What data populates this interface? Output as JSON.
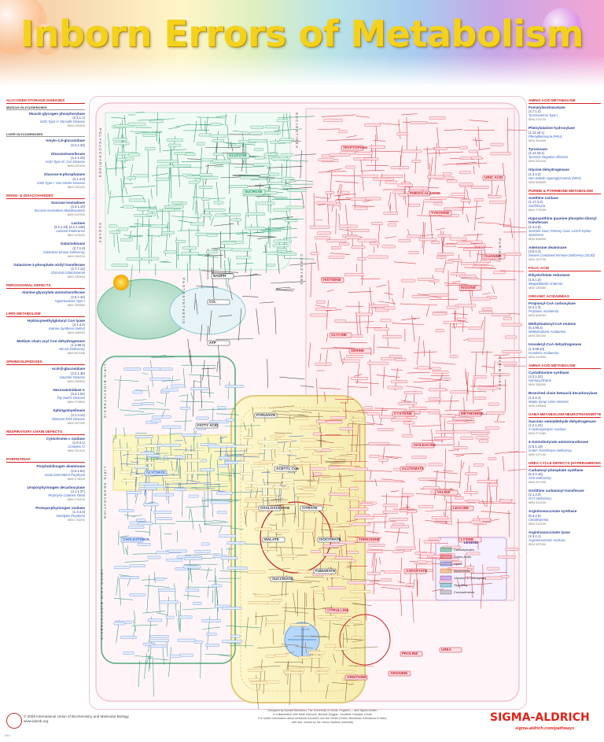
{
  "title": "Inborn Errors of Metabolism",
  "left_panel": [
    {
      "heading": "GLYCOGEN STORAGE DISEASES",
      "groups": [
        {
          "subheading": "MUSCLE GLYCOGENOSES",
          "entries": [
            {
              "name": "Muscle glycogen phosphorylase",
              "ec": "(2.4.1.1)",
              "disease": "GSD Type V: McArdle Disease",
              "omim": "MIM 232600"
            }
          ]
        },
        {
          "subheading": "LIVER GLYCOGENOSES",
          "entries": [
            {
              "name": "Amylo-1,6-glucosidase",
              "ec": "(3.2.1.33)",
              "disease": "",
              "omim": ""
            },
            {
              "name": "Glucanotransferase",
              "ec": "(2.4.1.25)",
              "disease": "GSD Type III: Cori Disease",
              "omim": "MIM 232400"
            },
            {
              "name": "Glucose-6-phosphatase",
              "ec": "(3.1.3.9)",
              "disease": "GSD Type I: Von Gierke Disease",
              "omim": "MIM 232200"
            }
          ]
        }
      ]
    },
    {
      "heading": "MONO- & DISACCHARIDES",
      "groups": [
        {
          "subheading": "",
          "entries": [
            {
              "name": "Sucrase-isomaltase",
              "ec": "(3.2.1.10)",
              "disease": "Sucrose-Isomaltose Malabsorption",
              "omim": "MIM 222900"
            },
            {
              "name": "Lactase",
              "ec": "(3.2.1.23) (3.2.1.108)",
              "disease": "Lactose Intolerance",
              "omim": "MIM 223000"
            },
            {
              "name": "Galactokinase",
              "ec": "(2.7.1.6)",
              "disease": "Galactose Kinase Deficiency",
              "omim": "MIM 230200"
            },
            {
              "name": "Galactose-1-phosphate uridyl transferase",
              "ec": "(2.7.7.12)",
              "disease": "Classical Galactosemia",
              "omim": "MIM 230400"
            }
          ]
        }
      ]
    },
    {
      "heading": "PEROXISOMAL DEFECTS",
      "groups": [
        {
          "subheading": "",
          "entries": [
            {
              "name": "Alanine-glyoxylate aminotransferase",
              "ec": "(2.6.1.44)",
              "disease": "Hyperoxaluria Type I",
              "omim": "MIM 259900"
            }
          ]
        }
      ]
    },
    {
      "heading": "LIPID METABOLISM",
      "groups": [
        {
          "subheading": "",
          "entries": [
            {
              "name": "Hydroxymethylglutaryl CoA lyase",
              "ec": "(4.1.3.4)",
              "disease": "Ketone Synthesis Defect",
              "omim": "MIM 246450"
            },
            {
              "name": "Medium chain acyl CoA dehydrogenase",
              "ec": "(1.3.99.3)",
              "disease": "MCAD Deficiency",
              "omim": "MIM 607008"
            }
          ]
        }
      ]
    },
    {
      "heading": "SPHINGOLIPIDOSES",
      "groups": [
        {
          "subheading": "",
          "entries": [
            {
              "name": "Acid-β-glucosidase",
              "ec": "(3.2.1.45)",
              "disease": "Gaucher Disease",
              "omim": "MIM 230800"
            },
            {
              "name": "Hexosaminidase A",
              "ec": "(3.2.1.52)",
              "disease": "Tay Sachs Disease",
              "omim": "MIM 272800"
            },
            {
              "name": "Sphingomyelinase",
              "ec": "(3.1.4.12)",
              "disease": "Niemann-Pick Disease",
              "omim": "MIM 257200"
            }
          ]
        }
      ]
    },
    {
      "heading": "RESPIRATORY CHAIN DEFECTS",
      "groups": [
        {
          "subheading": "",
          "entries": [
            {
              "name": "Cytochrome c oxidase",
              "ec": "(1.9.3.1)",
              "disease": "Complex IV",
              "omim": "MIM 220110"
            }
          ]
        }
      ]
    },
    {
      "heading": "PORPHYRIAS",
      "groups": [
        {
          "subheading": "",
          "entries": [
            {
              "name": "Porphobilinogen deaminase",
              "ec": "(2.5.1.61)",
              "disease": "Acute intermittent Porphyria",
              "omim": "MIM 176000"
            },
            {
              "name": "Uroporphyrinogen decarboxylase",
              "ec": "(4.1.1.37)",
              "disease": "Porphyria Cutanea Tarda",
              "omim": "MIM 176100"
            },
            {
              "name": "Protoporphyrinogen oxidase",
              "ec": "(1.3.3.4)",
              "disease": "Variegate Porphyria",
              "omim": "MIM 176200"
            }
          ]
        }
      ]
    }
  ],
  "right_panel": [
    {
      "heading": "AMINO ACID METABOLISM",
      "entries": [
        {
          "name": "Fumarylacetoacetase",
          "ec": "(3.7.1.2)",
          "disease": "Tyrosinaemia Type I",
          "omim": "MIM 276700"
        },
        {
          "name": "Phenylalanine hydroxylase",
          "ec": "(1.14.16.1)",
          "disease": "Phenylketonuria (PKU)",
          "omim": "MIM 261600"
        },
        {
          "name": "Tyrosinase",
          "ec": "(1.14.18.1)",
          "disease": "Tyrosine Negative Albinism",
          "omim": "MIM 203100"
        },
        {
          "name": "Glycine dehydrogenase",
          "ec": "(1.4.4.2)",
          "disease": "Non Ketotic Hyperglycinemia (NKH)",
          "omim": "MIM 605899"
        }
      ]
    },
    {
      "heading": "PURINE & PYRIMIDINE METABOLISM",
      "entries": [
        {
          "name": "Xanthine oxidase",
          "ec": "(1.17.3.2)",
          "disease": "Xanthinuria",
          "omim": "MIM 278300"
        },
        {
          "name": "Hypoxanthine guanine phospho-ribosyl transferase",
          "ec": "(2.4.2.8)",
          "disease": "Juvenile Gout, Primary Gout, Lesch-Nyhan Syndrome",
          "omim": "MIM 308000"
        },
        {
          "name": "Adenosine deaminase",
          "ec": "(3.5.4.4)",
          "disease": "Severe Combined Immune Deficiency (SCID)",
          "omim": "MIM 102700"
        }
      ]
    },
    {
      "heading": "FOLIC ACID",
      "entries": [
        {
          "name": "Dihydrofolate reductase",
          "ec": "(1.5.1.3)",
          "disease": "Megaloblastic Anaemia",
          "omim": "MIM 126060"
        }
      ]
    },
    {
      "heading": "ORGANIC ACIDAEMIAS",
      "entries": [
        {
          "name": "Propionyl-CoA carboxylase",
          "ec": "(6.4.1.3)",
          "disease": "Propionic Acidaemia",
          "omim": "MIM 606054"
        },
        {
          "name": "Methylmalonyl-CoA mutase",
          "ec": "(5.4.99.2)",
          "disease": "Methylmalonic Acidaemia",
          "omim": "MIM 251000"
        },
        {
          "name": "Isovaleryl-CoA dehydrogenase",
          "ec": "(1.3.99.10)",
          "disease": "Isovaleric Acidaemia",
          "omim": "MIM 243500"
        }
      ]
    },
    {
      "heading": "AMINO ACID METABOLISM",
      "entries": [
        {
          "name": "Cystathionine synthase",
          "ec": "(4.2.1.22)",
          "disease": "Homocystinuria",
          "omim": "MIM 236200"
        },
        {
          "name": "Branched chain ketoacid decarboxylase",
          "ec": "(1.2.4.4)",
          "disease": "Maple Syrup Urine Disease",
          "omim": "MIM 248600"
        }
      ]
    },
    {
      "heading": "GABA METABOLISM NEUROTRANSMITTER DEFECTS",
      "entries": [
        {
          "name": "Succinic semialdehyde dehydrogenase",
          "ec": "(1.2.1.24)",
          "disease": "4-Hydroxybutyric Aciduria",
          "omim": "MIM 271980"
        },
        {
          "name": "4-Aminobutyrate aminotransferase",
          "ec": "(2.6.1.19)",
          "disease": "GABA Transferase Deficiency",
          "omim": "MIM 137150"
        }
      ]
    },
    {
      "heading": "UREA CYCLE DEFECTS (HYPERAMMONAEMIA)",
      "entries": [
        {
          "name": "Carbamoyl phosphate synthase",
          "ec": "(6.3.4.16)",
          "disease": "CPS Deficiency",
          "omim": "MIM 237300"
        },
        {
          "name": "Ornithine carbamoyl transferase",
          "ec": "(2.1.3.3)",
          "disease": "OCT Deficiency",
          "omim": "MIM 311250"
        },
        {
          "name": "Argininosuccinate synthase",
          "ec": "(6.3.4.5)",
          "disease": "Citrullinaemia",
          "omim": "MIM 215700"
        },
        {
          "name": "Argininosuccinate lyase",
          "ec": "(4.3.2.1)",
          "disease": "Argininosuccinic Aciduria",
          "omim": "MIM 207900"
        }
      ]
    }
  ],
  "map": {
    "labels": {
      "pyruvate": "PYRUVATE",
      "glucose": "GLUCOSE",
      "sucrose": "SUCROSE",
      "acetyl_coa": "ACETYL CoA",
      "citrate": "CITRATE",
      "fatty_acid": "FATTY ACID",
      "nadph": "NADPH",
      "atp": "ATP",
      "co2": "CO₂",
      "tryptophan": "TRYPTOPHAN",
      "phenylalanine": "PHENYLALANINE",
      "tyrosine": "TYROSINE",
      "glutamate": "GLUTAMATE",
      "aspartate": "ASPARTATE",
      "cysteine": "CYSTEINE",
      "methionine": "METHIONINE",
      "serine": "SERINE",
      "glycine": "GLYCINE",
      "valine": "VALINE",
      "leucine": "LEUCINE",
      "isoleucine": "ISOLEUCINE",
      "arginine": "ARGININE",
      "ornithine": "ORNITHINE",
      "citrulline": "CITRULLINE",
      "histidine": "HISTIDINE",
      "proline": "PROLINE",
      "lysine": "LYSINE",
      "threonine": "THREONINE",
      "urea": "UREA",
      "fumarate": "FUMARATE",
      "succinate": "SUCCINATE",
      "oxaloacetate": "OXALOACETATE",
      "malate": "MALATE",
      "isocitrate": "ISOCITRATE",
      "cholesterol": "CHOLESTEROL",
      "glycerol": "GLYCEROL",
      "inosine": "INOSINE",
      "guanine": "GUANINE",
      "uric_acid": "URIC ACID",
      "legend_title": "LEGEND"
    },
    "side_labels": {
      "polysaccharides": "POLYSACCHARIDES",
      "sugars": "SUGARS",
      "photosynthesis": "PHOTOSYNTHESIS",
      "lipid_biosynthesis": "LIPID BIOSYNTHESIS",
      "lipid_degradation": "LIPID DEGRADATION",
      "amino_acid_biosynthesis": "AMINO ACID BIOSYNTHESIS",
      "nucleotides": "NUCLEOTIDES",
      "purines": "PURINES",
      "pyrimidines": "PYRIMIDINES",
      "coenzymes": "COENZYMES"
    },
    "legend_rows": [
      "Carbohydrates",
      "Amino Acids",
      "Lipids",
      "Nucleotides",
      "Vitamins & Coenzymes",
      "Signalling",
      "Compartments"
    ]
  },
  "footer": {
    "copyright": "© 2009 International Union of Biochemistry and Molecular Biology",
    "url": "www.iubmb.org",
    "credit1": "Designed by Donald Nicholson, The University of Leeds, England — and Sigma-Aldrich",
    "credit2": "in collaboration with Mark Hancock, Bolanle Duggan, Jonathan Hospital, Leeds",
    "credit3": "For further information about metabolic disorders see the OMIM (Online Mendelian Inheritance in Man)",
    "credit4": "web site, hosted by the Johns Hopkins University",
    "brand": "SIGMA-ALDRICH",
    "brand_url": "sigma-aldrich.com/pathways",
    "page": "MM"
  },
  "colors": {
    "title": "#f4d21c",
    "section_red": "#d62020",
    "enzyme_blue": "#2a3e8f",
    "carbohydrate_green": "#0a8f55",
    "amino_red": "#c8232c",
    "lipid_yellow": "#f4f0a0",
    "brand_red": "#e2231a"
  }
}
